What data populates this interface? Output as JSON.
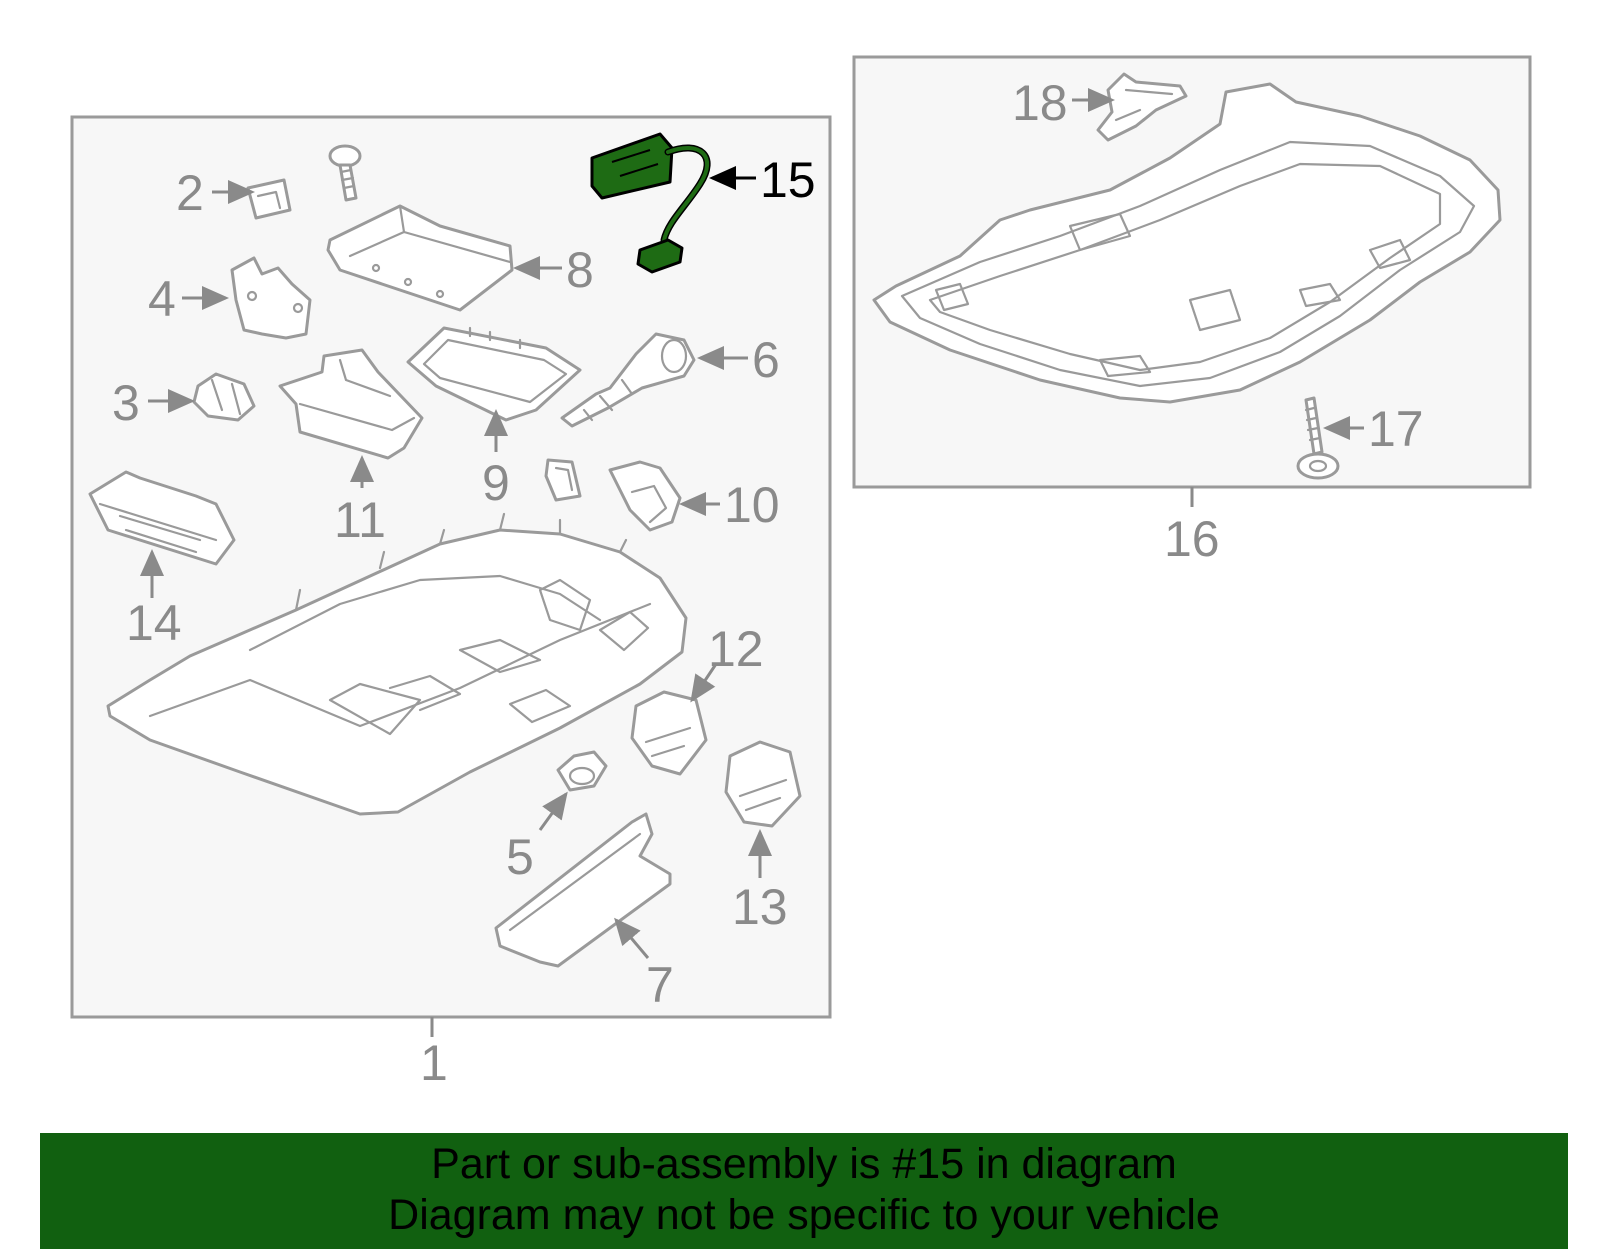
{
  "colors": {
    "highlight_part": "#1e6b14",
    "banner": "#116010",
    "linework": "#9a9a9a",
    "label": "#8a8a8a",
    "box_fill": "#f7f7f7"
  },
  "callouts": {
    "c1": "1",
    "c2": "2",
    "c3": "3",
    "c4": "4",
    "c5": "5",
    "c6": "6",
    "c7": "7",
    "c8": "8",
    "c9": "9",
    "c10": "10",
    "c11": "11",
    "c12": "12",
    "c13": "13",
    "c14": "14",
    "c15": "15",
    "c16": "16",
    "c17": "17",
    "c18": "18"
  },
  "highlighted_callout": "15",
  "banner": {
    "line1": "Part or sub-assembly is #15 in diagram",
    "line2": "Diagram may not be specific to your vehicle"
  }
}
